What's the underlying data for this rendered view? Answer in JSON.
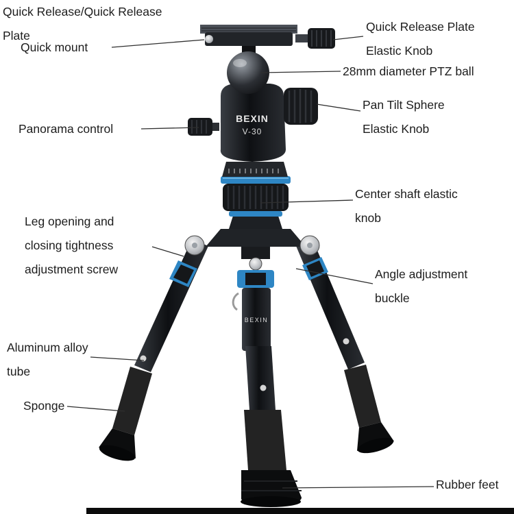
{
  "labels": {
    "qr_plate_1": "Quick Release/Quick Release",
    "qr_plate_2": "Plate",
    "quick_mount": "Quick mount",
    "qr_knob_1": "Quick Release Plate",
    "qr_knob_2": "Elastic Knob",
    "ptz_ball": "28mm diameter PTZ ball",
    "pan_tilt_1": "Pan Tilt Sphere",
    "pan_tilt_2": "Elastic Knob",
    "panorama": "Panorama control",
    "center_shaft_1": "Center shaft elastic",
    "center_shaft_2": "knob",
    "leg_adjust_1": "Leg opening and",
    "leg_adjust_2": "closing tightness",
    "leg_adjust_3": "adjustment screw",
    "angle_1": "Angle adjustment",
    "angle_2": "buckle",
    "alloy_1": "Aluminum alloy",
    "alloy_2": "tube",
    "sponge": "Sponge",
    "rubber_feet": "Rubber feet"
  },
  "tripod": {
    "brand": "BEXIN",
    "model": "V-30",
    "column_brand": "BEXIN",
    "accent_color": "#2e86c4"
  }
}
